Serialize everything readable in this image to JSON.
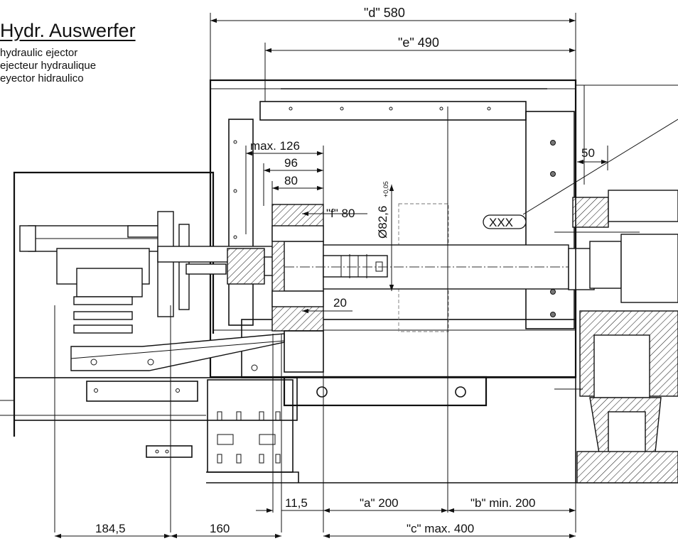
{
  "title": {
    "main": "Hydr. Auswerfer",
    "en": "hydraulic ejector",
    "fr": "ejecteur hydraulique",
    "es": "eyector hidraulico"
  },
  "dimensions": {
    "d": "\"d\" 580",
    "e": "\"e\" 490",
    "max126": "max. 126",
    "d96": "96",
    "d80": "80",
    "f80": "\"f\" 80",
    "dia": "Ø82,6",
    "dia_tol": "+0,05",
    "d50": "50",
    "d20": "20",
    "xxx": "XXX",
    "d11_5": "11,5",
    "a200": "\"a\" 200",
    "b200": "\"b\" min. 200",
    "d184_5": "184,5",
    "d160": "160",
    "c400": "\"c\" max. 400"
  }
}
